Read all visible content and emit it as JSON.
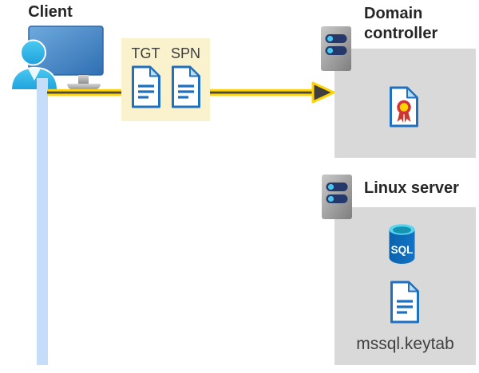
{
  "client": {
    "label": "Client"
  },
  "ticket_box": {
    "tickets": [
      {
        "label": "TGT"
      },
      {
        "label": "SPN"
      }
    ]
  },
  "domain_controller": {
    "label": "Domain controller"
  },
  "linux_server": {
    "label": "Linux server",
    "sql_badge": "SQL",
    "keytab_file": "mssql.keytab"
  },
  "colors": {
    "arrow_yellow": "#FFD400",
    "arrow_core_dark": "#474747",
    "ticket_box_bg": "#FAF1CD",
    "panel_gray": "#D9D9D9",
    "document_blue": "#1E70C1",
    "client_line_blue": "#C5DDF9",
    "server_bar_navy": "#24386B",
    "server_dot_cyan": "#49C6EC",
    "sql_body_blue": "#0C63AE",
    "cert_ribbon_red": "#C8382E",
    "cert_ribbon_yellow": "#FFD400"
  }
}
